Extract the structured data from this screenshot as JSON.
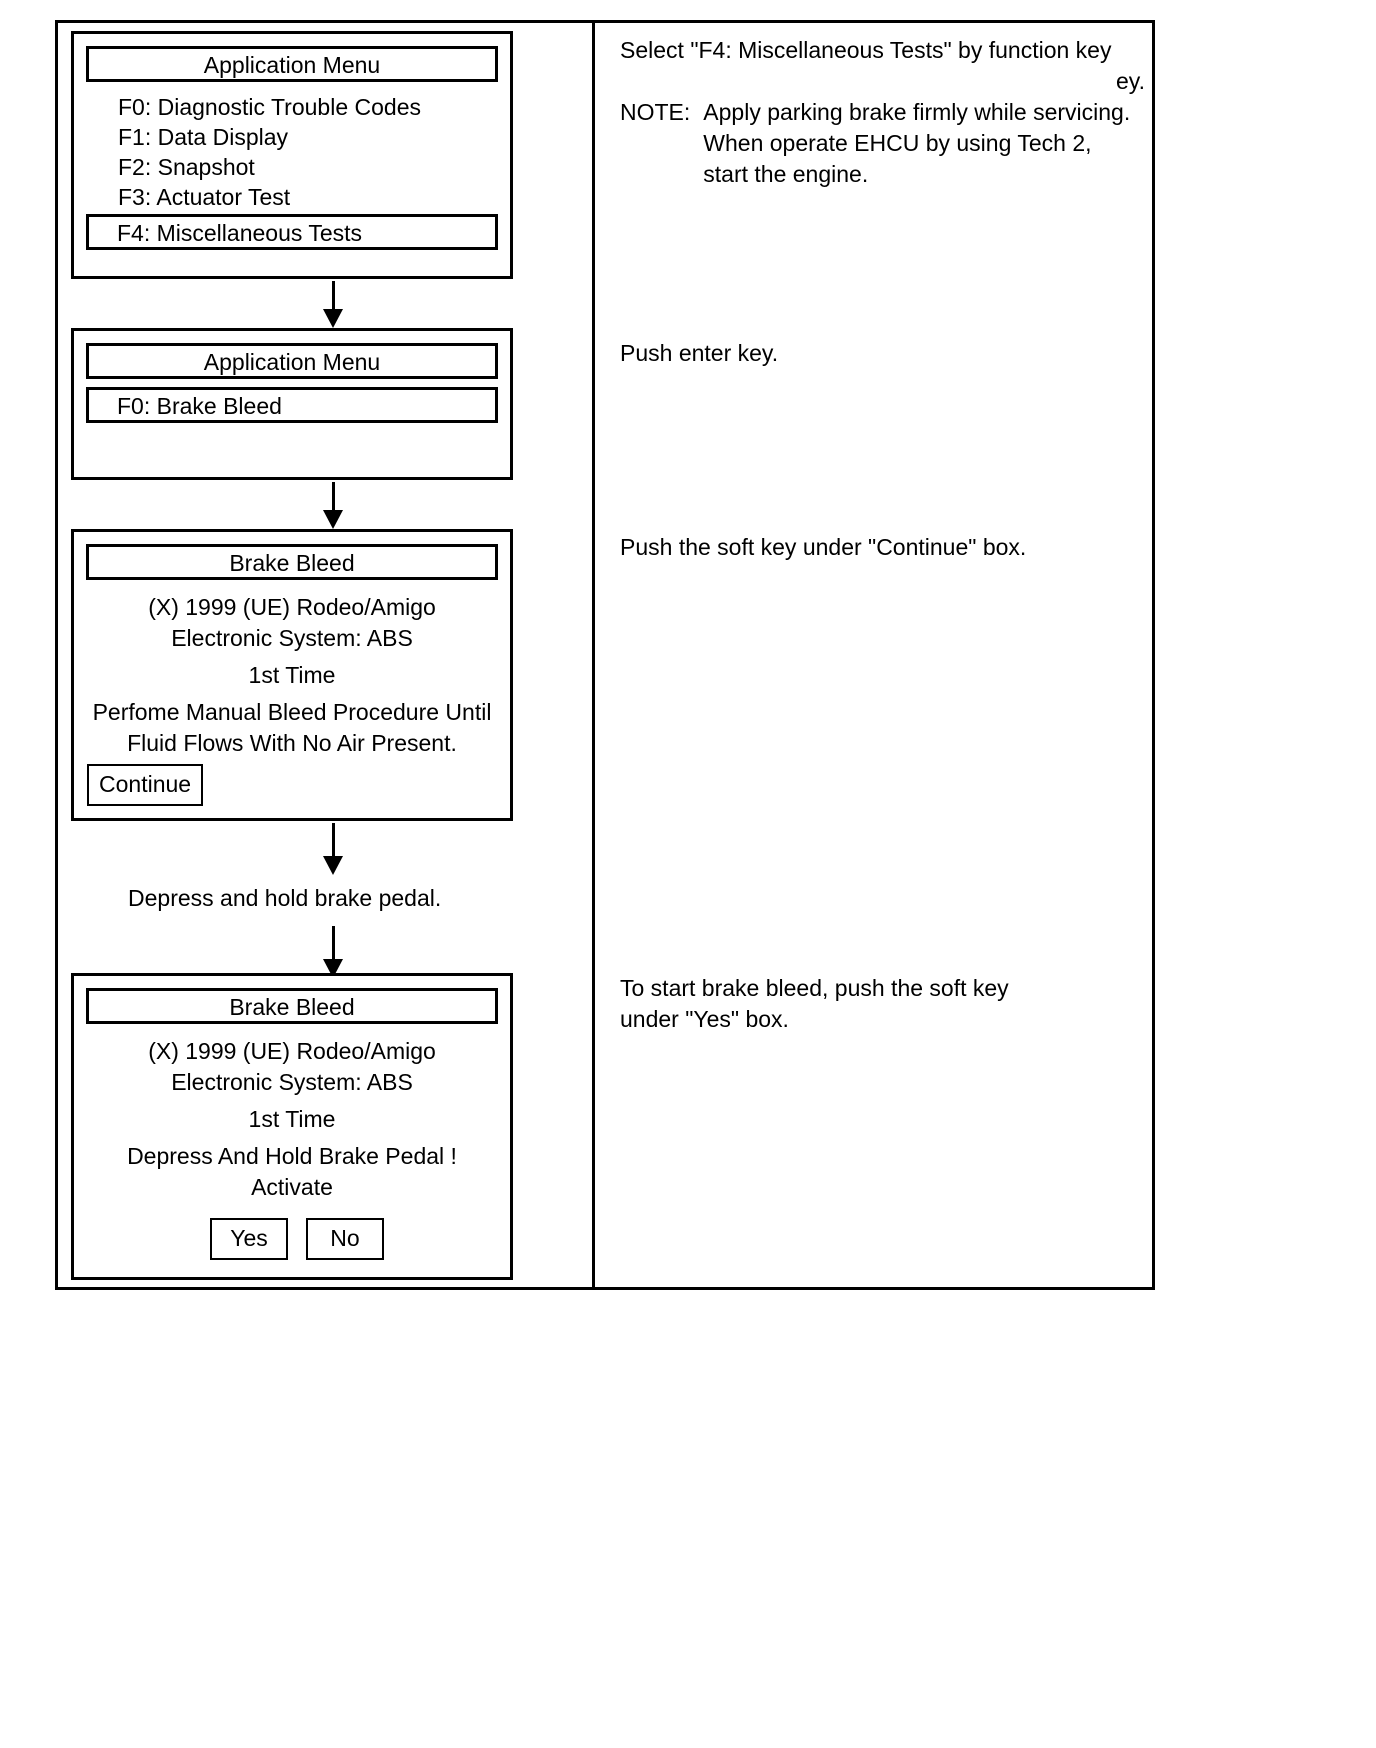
{
  "document": {
    "type": "service-procedure-flowchart",
    "title": "Tech 2 Brake Bleed Procedure"
  },
  "flow": {
    "steps": [
      {
        "id": "application-menu-main",
        "kind": "screen",
        "title": "Application Menu",
        "menu_items": [
          {
            "label": "F0: Diagnostic Trouble Codes",
            "highlighted": false
          },
          {
            "label": "F1: Data Display",
            "highlighted": false
          },
          {
            "label": "F2: Snapshot",
            "highlighted": false
          },
          {
            "label": "F3: Actuator Test",
            "highlighted": false
          },
          {
            "label": "F4: Miscellaneous Tests",
            "highlighted": true
          }
        ]
      },
      {
        "id": "application-menu-bleed",
        "kind": "screen",
        "title": "Application Menu",
        "menu_items": [
          {
            "label": "F0: Brake Bleed",
            "highlighted": true
          }
        ]
      },
      {
        "id": "brake-bleed-continue",
        "kind": "screen",
        "title": "Brake Bleed",
        "lines": [
          "(X) 1999  (UE) Rodeo/Amigo",
          "Electronic System: ABS",
          "1st Time",
          "Perfome Manual Bleed Procedure Until",
          "Fluid Flows With No Air Present."
        ],
        "softkeys": [
          "Continue"
        ]
      },
      {
        "id": "depress-pedal-step",
        "kind": "inline-text",
        "text": "Depress and hold brake pedal."
      },
      {
        "id": "brake-bleed-activate",
        "kind": "screen",
        "title": "Brake Bleed",
        "lines": [
          "(X) 1999  (UE) Rodeo/Amigo",
          "Electronic System: ABS",
          "1st Time",
          "Depress And Hold Brake Pedal !",
          "Activate"
        ],
        "softkeys": [
          "Yes",
          "No"
        ]
      }
    ]
  },
  "notes": {
    "select_f4": {
      "line1": "Select \"F4: Miscellaneous Tests\" by function key",
      "line2": "ey."
    },
    "note_block": {
      "label": "NOTE:",
      "lines": [
        "Apply parking brake firmly while servicing.",
        "When operate EHCU by using Tech 2,",
        "start the engine."
      ]
    },
    "push_enter": "Push enter key.",
    "push_continue": "Push the soft key under \"Continue\" box.",
    "push_yes": {
      "line1": "To start brake bleed, push the soft key",
      "line2": "under \"Yes\" box."
    }
  },
  "colors": {
    "ink": "#000000",
    "paper": "#ffffff"
  }
}
